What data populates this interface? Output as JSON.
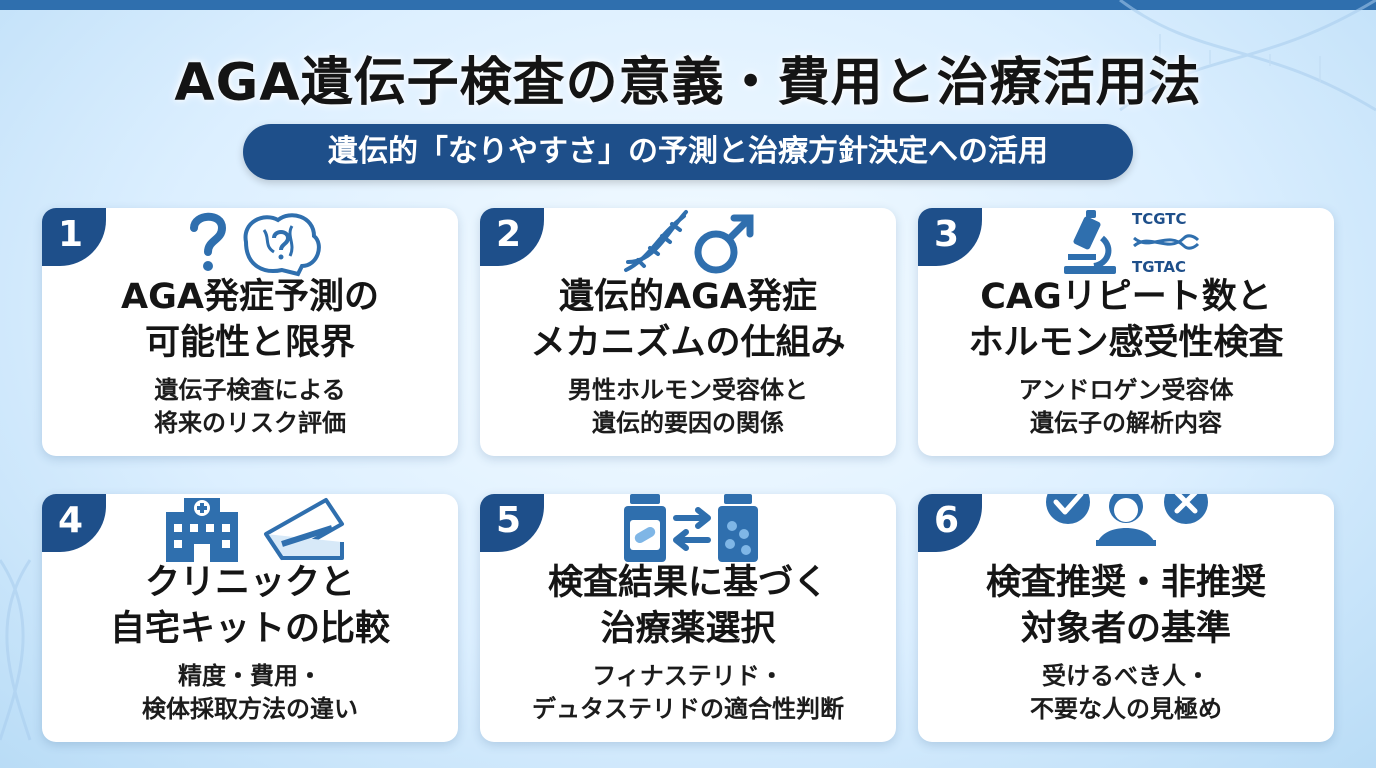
{
  "header": {
    "title": "AGA遺伝子検査の意義・費用と治療活用法",
    "subtitle": "遺伝的「なりやすさ」の予測と治療方針決定への活用"
  },
  "colors": {
    "navy": "#1e4f8a",
    "icon_blue": "#2f6fae",
    "icon_light": "#7fb6e6",
    "background": "#dcefff"
  },
  "cards": [
    {
      "number": "1",
      "heading": [
        "AGA発症予測の",
        "可能性と限界"
      ],
      "sub": [
        "遺伝子検査による",
        "将来のリスク評価"
      ],
      "icons": [
        "question-mark-icon",
        "brain-question-icon"
      ]
    },
    {
      "number": "2",
      "heading": [
        "遺伝的AGA発症",
        "メカニズムの仕組み"
      ],
      "sub": [
        "男性ホルモン受容体と",
        "遺伝的要因の関係"
      ],
      "icons": [
        "dna-icon",
        "male-symbol-icon"
      ]
    },
    {
      "number": "3",
      "heading": [
        "CAGリピート数と",
        "ホルモン感受性検査"
      ],
      "sub": [
        "アンドロゲン受容体",
        "遺伝子の解析内容"
      ],
      "icons": [
        "microscope-icon",
        "dna-sequence-icon"
      ],
      "sequence": [
        "TCGTC",
        "TGTAC"
      ]
    },
    {
      "number": "4",
      "heading": [
        "クリニックと",
        "自宅キットの比較"
      ],
      "sub": [
        "精度・費用・",
        "検体採取方法の違い"
      ],
      "icons": [
        "hospital-icon",
        "test-kit-box-icon"
      ]
    },
    {
      "number": "5",
      "heading": [
        "検査結果に基づく",
        "治療薬選択"
      ],
      "sub": [
        "フィナステリド・",
        "デュタステリドの適合性判断"
      ],
      "icons": [
        "capsule-bottle-icon",
        "exchange-arrows-icon",
        "pill-bottle-icon"
      ]
    },
    {
      "number": "6",
      "heading": [
        "検査推奨・非推奨",
        "対象者の基準"
      ],
      "sub": [
        "受けるべき人・",
        "不要な人の見極め"
      ],
      "icons": [
        "check-circle-icon",
        "person-icon",
        "cross-circle-icon"
      ]
    }
  ]
}
